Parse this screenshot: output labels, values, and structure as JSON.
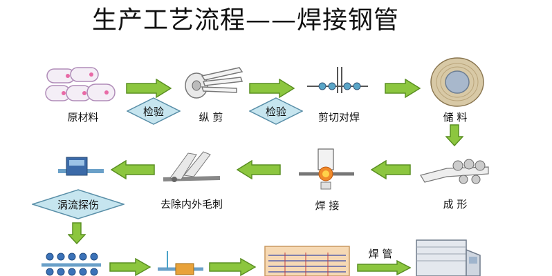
{
  "title": "生产工艺流程——焊接钢管",
  "colors": {
    "arrow_fill": "#8cc63f",
    "arrow_stroke": "#5a8f22",
    "diamond_fill": "#c6e5ef",
    "diamond_stroke": "#5a8fa8"
  },
  "steps": {
    "raw_material": "原材料",
    "slitting": "纵 剪",
    "cut_butt_weld": "剪切对焊",
    "storage": "储 料",
    "forming": "成 形",
    "welding": "焊 接",
    "burr_removal": "去除内外毛刺",
    "weld_pipe": "焊 管"
  },
  "checks": {
    "inspection_1": "检验",
    "inspection_2": "检验",
    "eddy_current": "涡流探伤"
  },
  "icons": [
    "coil-rolls-icon",
    "slitting-machine-icon",
    "butt-welder-icon",
    "coil-storage-icon",
    "forming-rolls-icon",
    "welding-icon",
    "deburring-icon",
    "eddy-tester-icon",
    "sizing-rolls-icon",
    "cutting-icon",
    "pipe-rack-icon",
    "truck-icon"
  ]
}
